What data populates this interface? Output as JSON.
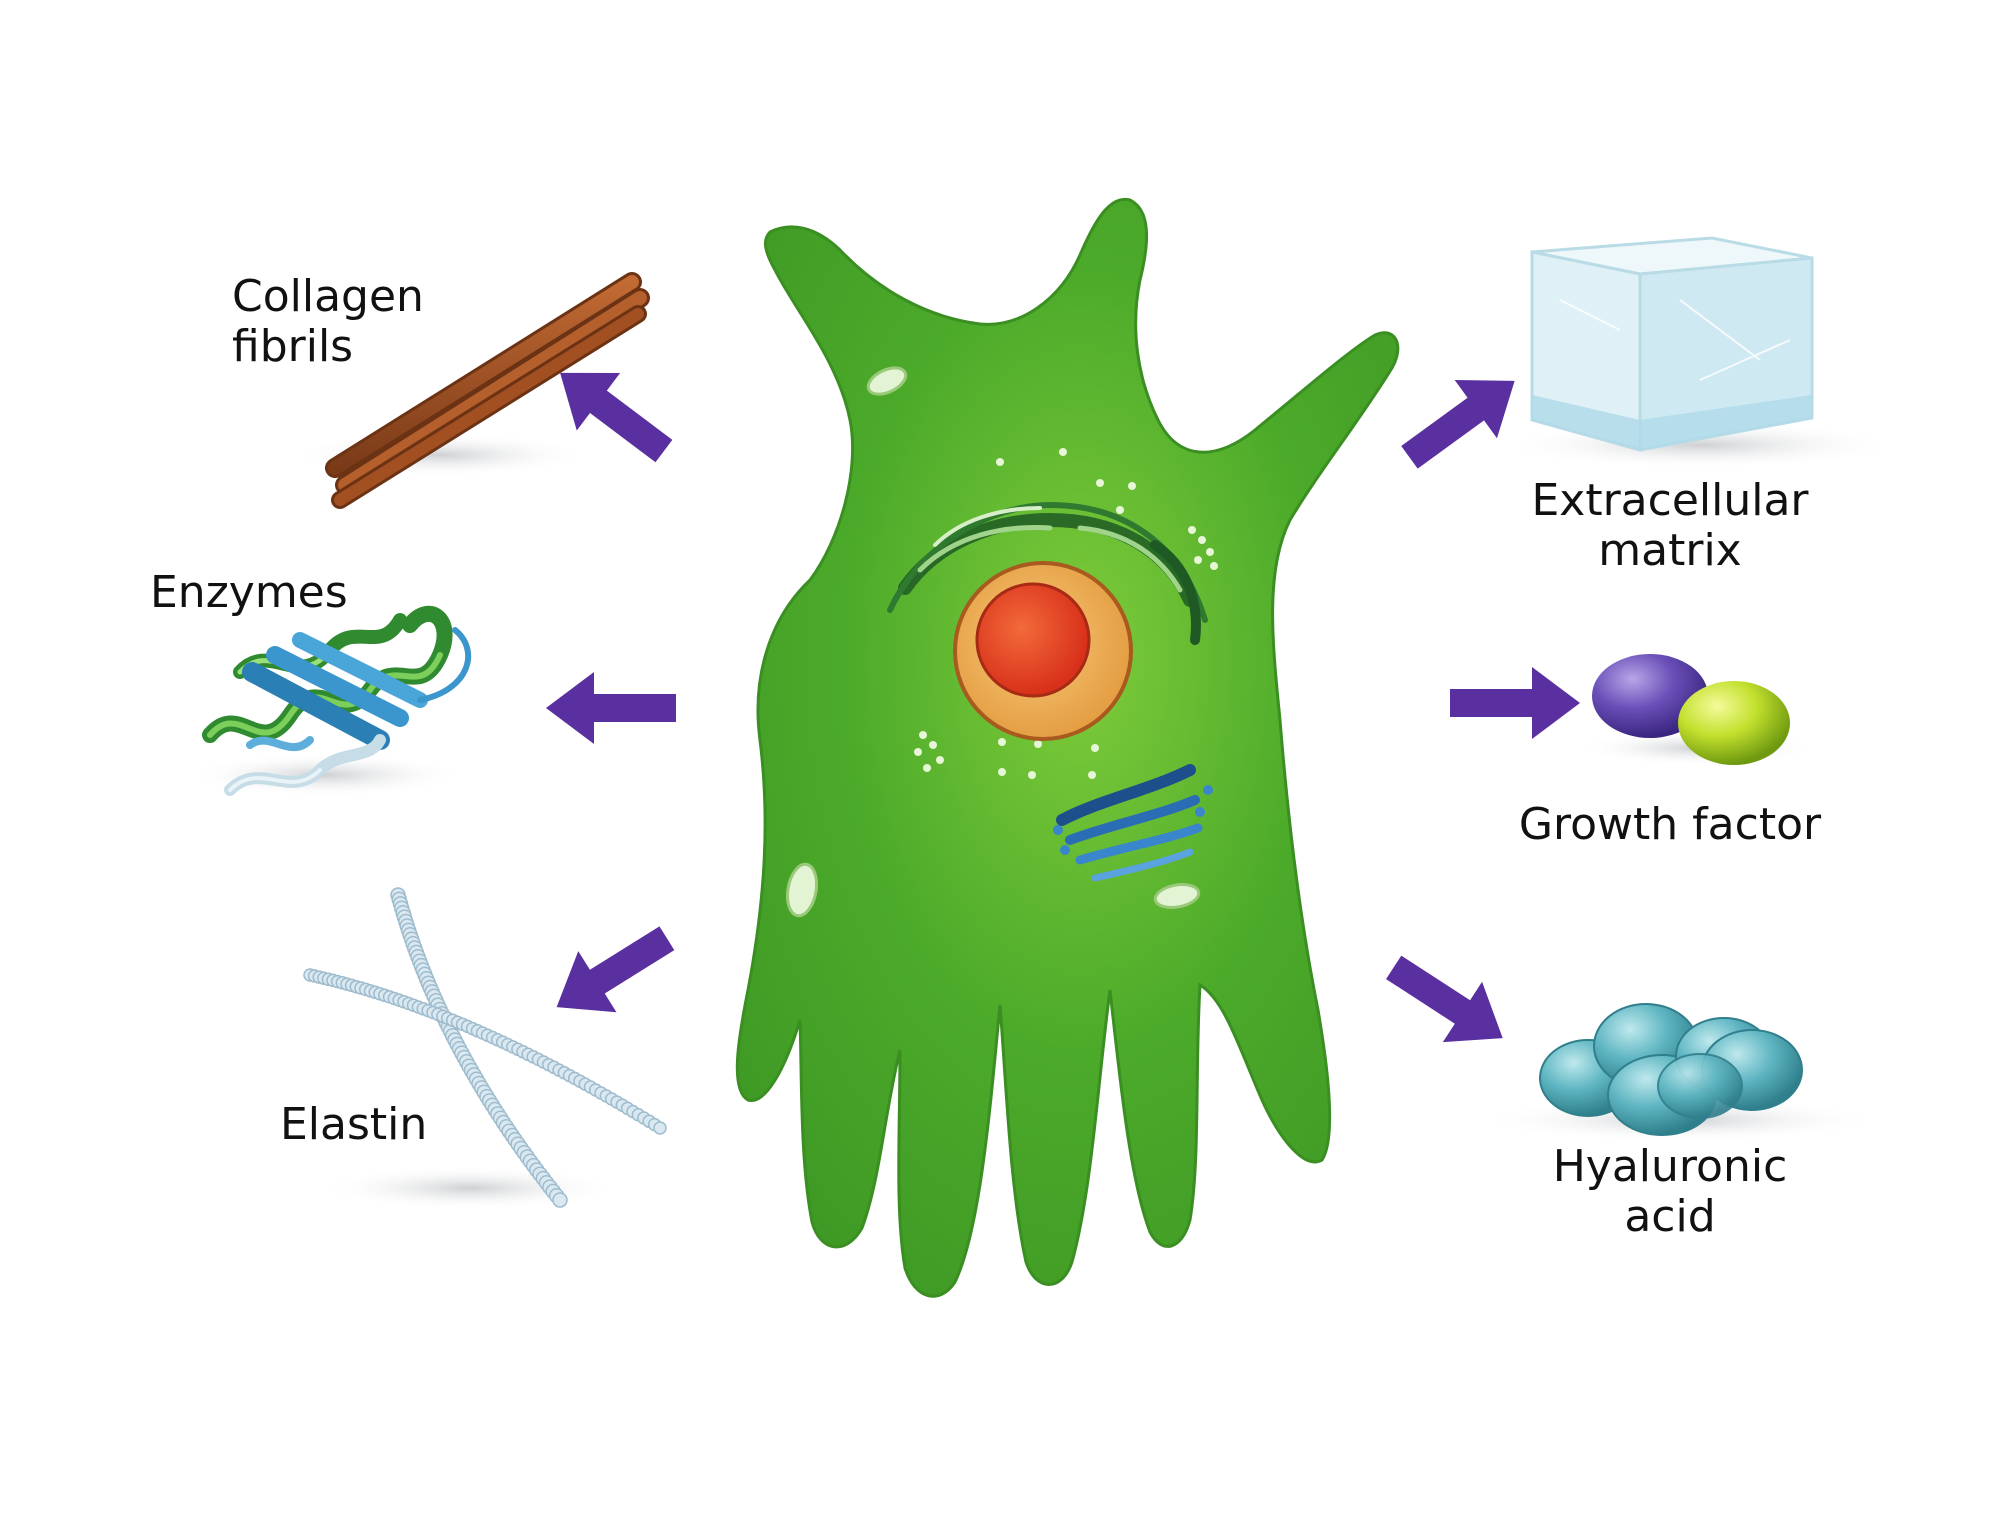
{
  "labels": {
    "collagen": [
      "Collagen",
      "fibrils"
    ],
    "enzymes": [
      "Enzymes"
    ],
    "elastin": [
      "Elastin"
    ],
    "extracellular_matrix": [
      "Extracellular",
      "matrix"
    ],
    "growth_factor": [
      "Growth factor"
    ],
    "hyaluronic_acid": [
      "Hyaluronic",
      "acid"
    ]
  },
  "colors": {
    "cell": "#3f9a25",
    "cell_highlight": "#7fcc3a",
    "arrow": "#5a2fa0",
    "nucleus_outer": "#f0b25a",
    "nucleus_inner": "#e43b1f",
    "collagen": "#9a4f22",
    "enzyme_green": "#3c9a3a",
    "enzyme_blue": "#3a8fc0",
    "elastin": "#c9dde9",
    "cube": "#d3ecf4",
    "growth_purple": "#5b3fa6",
    "growth_yellow": "#b5d82a",
    "hyaluronic": "#55aebb"
  },
  "icons": [
    "fibroblast-cell-icon",
    "collagen-fibrils-icon",
    "enzyme-protein-icon",
    "elastin-fiber-icon",
    "extracellular-matrix-cube-icon",
    "growth-factor-spheres-icon",
    "hyaluronic-acid-bubbles-icon",
    "arrow-icon"
  ]
}
